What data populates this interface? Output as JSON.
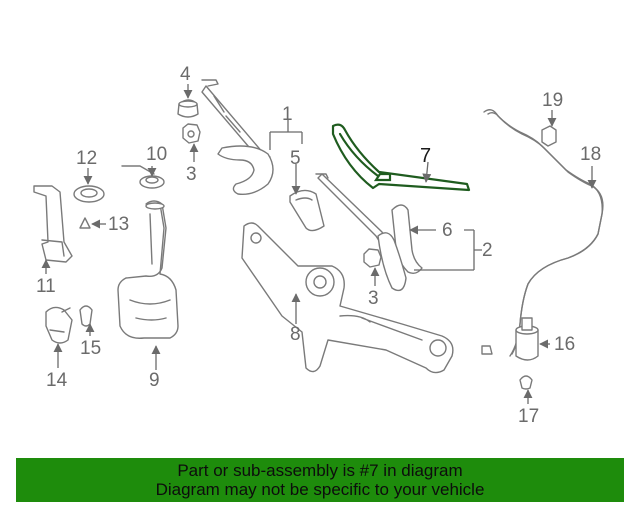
{
  "callouts": {
    "c1": "1",
    "c2": "2",
    "c3a": "3",
    "c3b": "3",
    "c4": "4",
    "c5": "5",
    "c6": "6",
    "c7": "7",
    "c8": "8",
    "c9": "9",
    "c10": "10",
    "c11": "11",
    "c12": "12",
    "c13": "13",
    "c14": "14",
    "c15": "15",
    "c16": "16",
    "c17": "17",
    "c18": "18",
    "c19": "19"
  },
  "highlight": {
    "part_number": "7",
    "color": "#1f5c1f"
  },
  "banner": {
    "line1": "Part or sub-assembly is #7 in diagram",
    "line2": "Diagram may not be specific to your vehicle",
    "background": "#1e8c0c"
  }
}
